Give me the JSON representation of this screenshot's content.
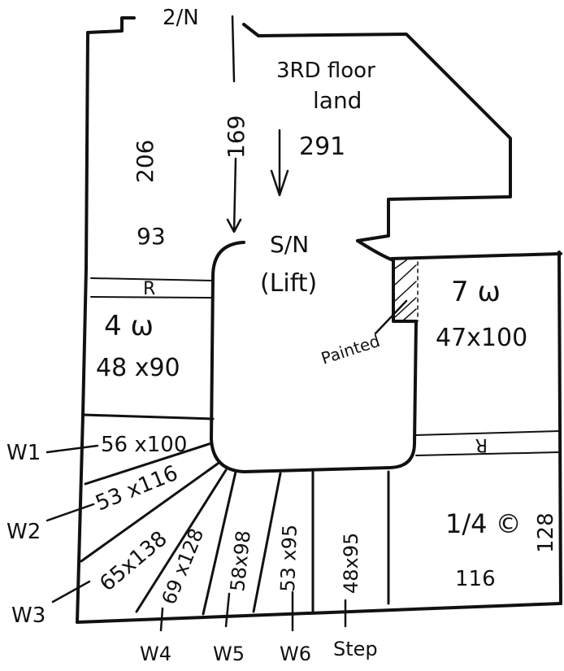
{
  "top_label": "2/N",
  "floor_title": {
    "line1": "3RD floor",
    "line2": "land"
  },
  "dimensions": {
    "d206": "206",
    "d169": "169",
    "d291": "291",
    "d93": "93"
  },
  "left_riser": "R",
  "right_riser": "R",
  "lift": {
    "label": "S/N",
    "sub": "(Lift)"
  },
  "painted": "Painted",
  "left_panel": {
    "title": "4 ω",
    "size": "48 x90"
  },
  "right_panel": {
    "title": "7 ω",
    "size": "47x100"
  },
  "quarter": {
    "label": "1/4 ©",
    "width": "116",
    "depth": "128"
  },
  "treads": [
    {
      "label": "56 x100"
    },
    {
      "label": "53 x116"
    },
    {
      "label": "65x138"
    },
    {
      "label": "69 x128"
    },
    {
      "label": "58x98"
    },
    {
      "label": "53 x95"
    },
    {
      "label": "48x95"
    }
  ],
  "callouts": [
    "W1",
    "W2",
    "W3",
    "W4",
    "W5",
    "W6",
    "Step"
  ]
}
